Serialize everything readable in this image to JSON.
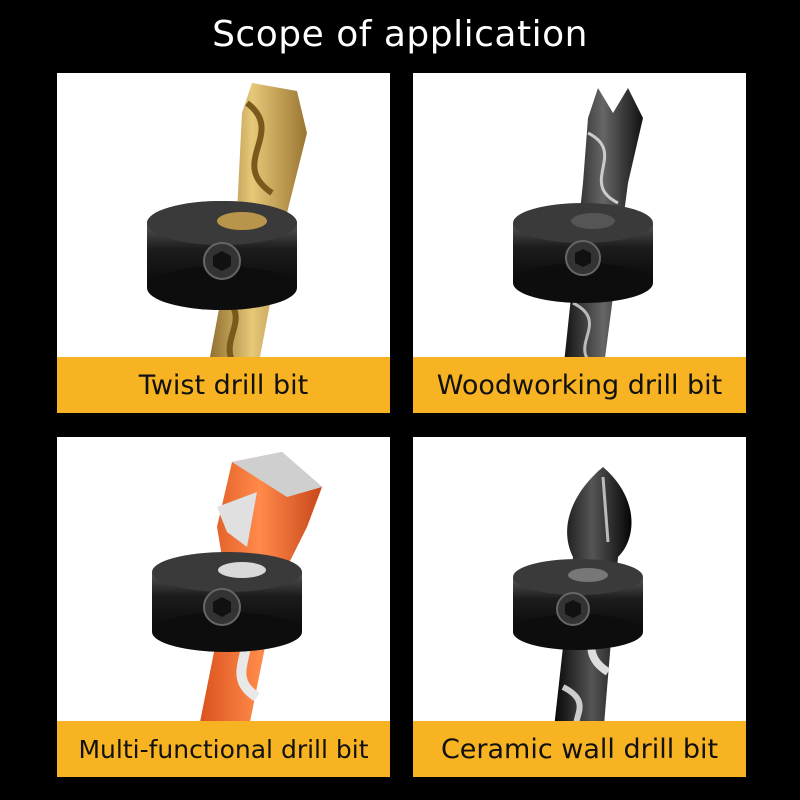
{
  "title": "Scope of application",
  "panels": [
    {
      "label": "Twist drill bit"
    },
    {
      "label": "Woodworking drill bit"
    },
    {
      "label": "Multi-functional drill bit"
    },
    {
      "label": "Ceramic wall drill bit"
    }
  ],
  "colors": {
    "background": "#000000",
    "label_bar": "#f7b321",
    "gold_bit": "#c9a34a",
    "orange_bit": "#f06a2a",
    "collar": "#1a1a1a"
  }
}
